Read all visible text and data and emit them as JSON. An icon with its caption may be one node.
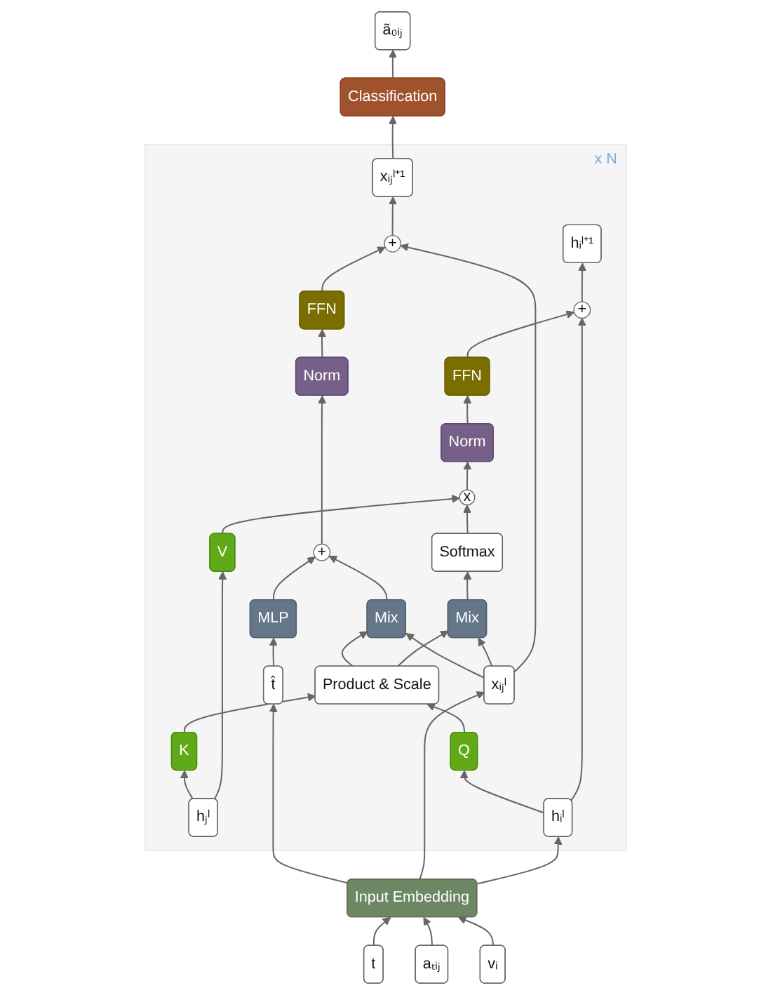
{
  "diagram": {
    "nodes": [
      {
        "text": [
          "ã₀ᵢⱼ"
        ]
      },
      {
        "text": [
          "Classification"
        ]
      },
      {
        "text": [
          "x N"
        ]
      },
      {
        "text": [
          "hᵢˡ⁺¹"
        ],
        "in": 2
      },
      {
        "text": [
          "xᵢⱼˡ⁺¹"
        ],
        "in": 2
      },
      {
        "text": [
          "FFN"
        ],
        "in": 2
      },
      {
        "text": [
          "+"
        ],
        "in": 2
      },
      {
        "text": [
          "+"
        ],
        "in": 2
      },
      {
        "text": [
          "FFN"
        ],
        "in": 2
      },
      {
        "text": [
          "Norm"
        ],
        "in": 2
      },
      {
        "text": [
          "Norm"
        ],
        "in": 2
      },
      {
        "text": [
          "x"
        ],
        "in": 2
      },
      {
        "text": [
          "Softmax"
        ],
        "in": 2
      },
      {
        "text": [
          "Mix"
        ],
        "in": 2
      },
      {
        "text": [
          "Mix"
        ],
        "in": 2
      },
      {
        "text": [
          "+"
        ],
        "in": 2
      },
      {
        "text": [
          "Product & Scale"
        ],
        "in": 2
      },
      {
        "text": [
          "V"
        ],
        "in": 2
      },
      {
        "text": [
          "K"
        ],
        "in": 2
      },
      {
        "text": [
          "Q"
        ],
        "in": 2
      },
      {
        "text": [
          "MLP"
        ],
        "in": 2
      },
      {
        "text": [
          "hⱼˡ"
        ],
        "in": 2
      },
      {
        "text": [
          "hᵢˡ"
        ],
        "in": 2
      },
      {
        "text": [
          "xᵢⱼˡ"
        ],
        "in": 2
      },
      {
        "text": [
          "t̂"
        ],
        "in": 2
      },
      {
        "text": [
          "Input Embedding"
        ]
      },
      {
        "text": [
          "vᵢ"
        ]
      },
      {
        "text": [
          "aₜᵢⱼ"
        ]
      },
      {
        "text": [
          "t"
        ]
      }
    ],
    "edges": [
      {
        "from": 1,
        "to": 0,
        "arrow": "to"
      },
      {
        "from": 4,
        "to": 1,
        "arrow": "to"
      },
      {
        "from": 6,
        "to": 3,
        "arrow": "to"
      },
      {
        "from": 5,
        "to": 6,
        "arrow": "to"
      },
      {
        "from": 22,
        "to": 6,
        "arrow": "to"
      },
      {
        "from": 7,
        "to": 4,
        "arrow": "to"
      },
      {
        "from": 8,
        "to": 7,
        "arrow": "to"
      },
      {
        "from": 23,
        "to": 7,
        "arrow": "to"
      },
      {
        "from": 9,
        "to": 5,
        "arrow": "to"
      },
      {
        "from": 10,
        "to": 8,
        "arrow": "to"
      },
      {
        "from": 11,
        "to": 9,
        "arrow": "to"
      },
      {
        "from": 15,
        "to": 10,
        "arrow": "to"
      },
      {
        "from": 12,
        "to": 11,
        "arrow": "to"
      },
      {
        "from": 17,
        "to": 11,
        "arrow": "to"
      },
      {
        "from": 13,
        "to": 12,
        "arrow": "to"
      },
      {
        "from": 14,
        "to": 15,
        "arrow": "to"
      },
      {
        "from": 20,
        "to": 15,
        "arrow": "to"
      },
      {
        "from": 16,
        "to": 13,
        "arrow": "to"
      },
      {
        "from": 23,
        "to": 13,
        "arrow": "to"
      },
      {
        "from": 16,
        "to": 14,
        "arrow": "to"
      },
      {
        "from": 23,
        "to": 14,
        "arrow": "to"
      },
      {
        "from": 18,
        "to": 16,
        "arrow": "to"
      },
      {
        "from": 19,
        "to": 16,
        "arrow": "to"
      },
      {
        "from": 21,
        "to": 17,
        "arrow": "to"
      },
      {
        "from": 21,
        "to": 18,
        "arrow": "to"
      },
      {
        "from": 22,
        "to": 19,
        "arrow": "to"
      },
      {
        "from": 24,
        "to": 20,
        "arrow": "to"
      },
      {
        "from": 25,
        "to": 22,
        "arrow": "to"
      },
      {
        "from": 25,
        "to": 23,
        "arrow": "to"
      },
      {
        "from": 25,
        "to": 24,
        "arrow": "to"
      },
      {
        "from": 26,
        "to": 25,
        "arrow": "to"
      },
      {
        "from": 27,
        "to": 25,
        "arrow": "to"
      },
      {
        "from": 28,
        "to": 25,
        "arrow": "to"
      }
    ]
  }
}
